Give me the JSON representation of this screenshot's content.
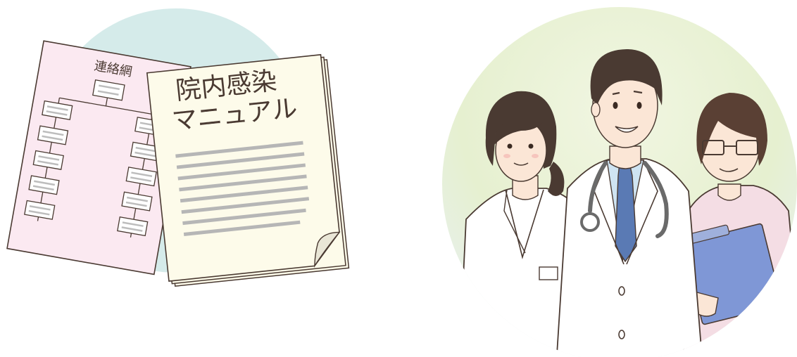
{
  "left_illustration": {
    "contact_sheet_title": "連絡網",
    "manual_title_line1": "院内感染",
    "manual_title_line2": "マニュアル"
  },
  "right_illustration": {
    "people": [
      "female-staff",
      "male-doctor",
      "nurse-with-glasses"
    ]
  },
  "colors": {
    "circle_left": "#d5ebea",
    "contact_sheet": "#fbe9f1",
    "manual_paper": "#fdfbea",
    "circle_right_top": "#e7f0d0",
    "outline": "#4a3a32",
    "text_lines": "#b6b6b6",
    "tie": "#5a7ab4",
    "clipboard": "#7f97d6",
    "scrub_pink": "#f4dde4"
  }
}
